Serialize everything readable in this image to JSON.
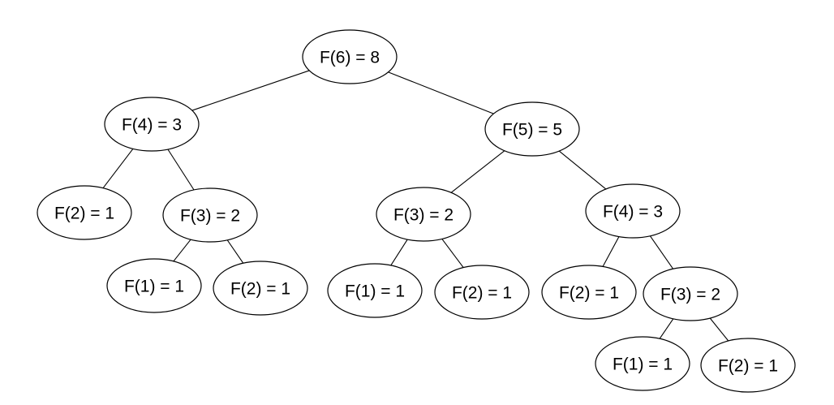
{
  "colors": {
    "background": "#ffffff",
    "node_fill": "#ffffff",
    "stroke": "#000000",
    "text": "#000000"
  },
  "tree": {
    "nodes": [
      {
        "id": "n0",
        "label": "F(6) = 8"
      },
      {
        "id": "n1",
        "label": "F(4) = 3"
      },
      {
        "id": "n2",
        "label": "F(5) = 5"
      },
      {
        "id": "n3",
        "label": "F(2) = 1"
      },
      {
        "id": "n4",
        "label": "F(3) = 2"
      },
      {
        "id": "n5",
        "label": "F(1) = 1"
      },
      {
        "id": "n6",
        "label": "F(2) = 1"
      },
      {
        "id": "n7",
        "label": "F(3) = 2"
      },
      {
        "id": "n8",
        "label": "F(4) = 3"
      },
      {
        "id": "n9",
        "label": "F(1) = 1"
      },
      {
        "id": "n10",
        "label": "F(2) = 1"
      },
      {
        "id": "n11",
        "label": "F(2) = 1"
      },
      {
        "id": "n12",
        "label": "F(3) = 2"
      },
      {
        "id": "n13",
        "label": "F(1) = 1"
      },
      {
        "id": "n14",
        "label": "F(2) = 1"
      }
    ],
    "edges": [
      {
        "from": "n0",
        "to": "n1"
      },
      {
        "from": "n0",
        "to": "n2"
      },
      {
        "from": "n1",
        "to": "n3"
      },
      {
        "from": "n1",
        "to": "n4"
      },
      {
        "from": "n4",
        "to": "n5"
      },
      {
        "from": "n4",
        "to": "n6"
      },
      {
        "from": "n2",
        "to": "n7"
      },
      {
        "from": "n2",
        "to": "n8"
      },
      {
        "from": "n7",
        "to": "n9"
      },
      {
        "from": "n7",
        "to": "n10"
      },
      {
        "from": "n8",
        "to": "n11"
      },
      {
        "from": "n8",
        "to": "n12"
      },
      {
        "from": "n12",
        "to": "n13"
      },
      {
        "from": "n12",
        "to": "n14"
      }
    ]
  }
}
